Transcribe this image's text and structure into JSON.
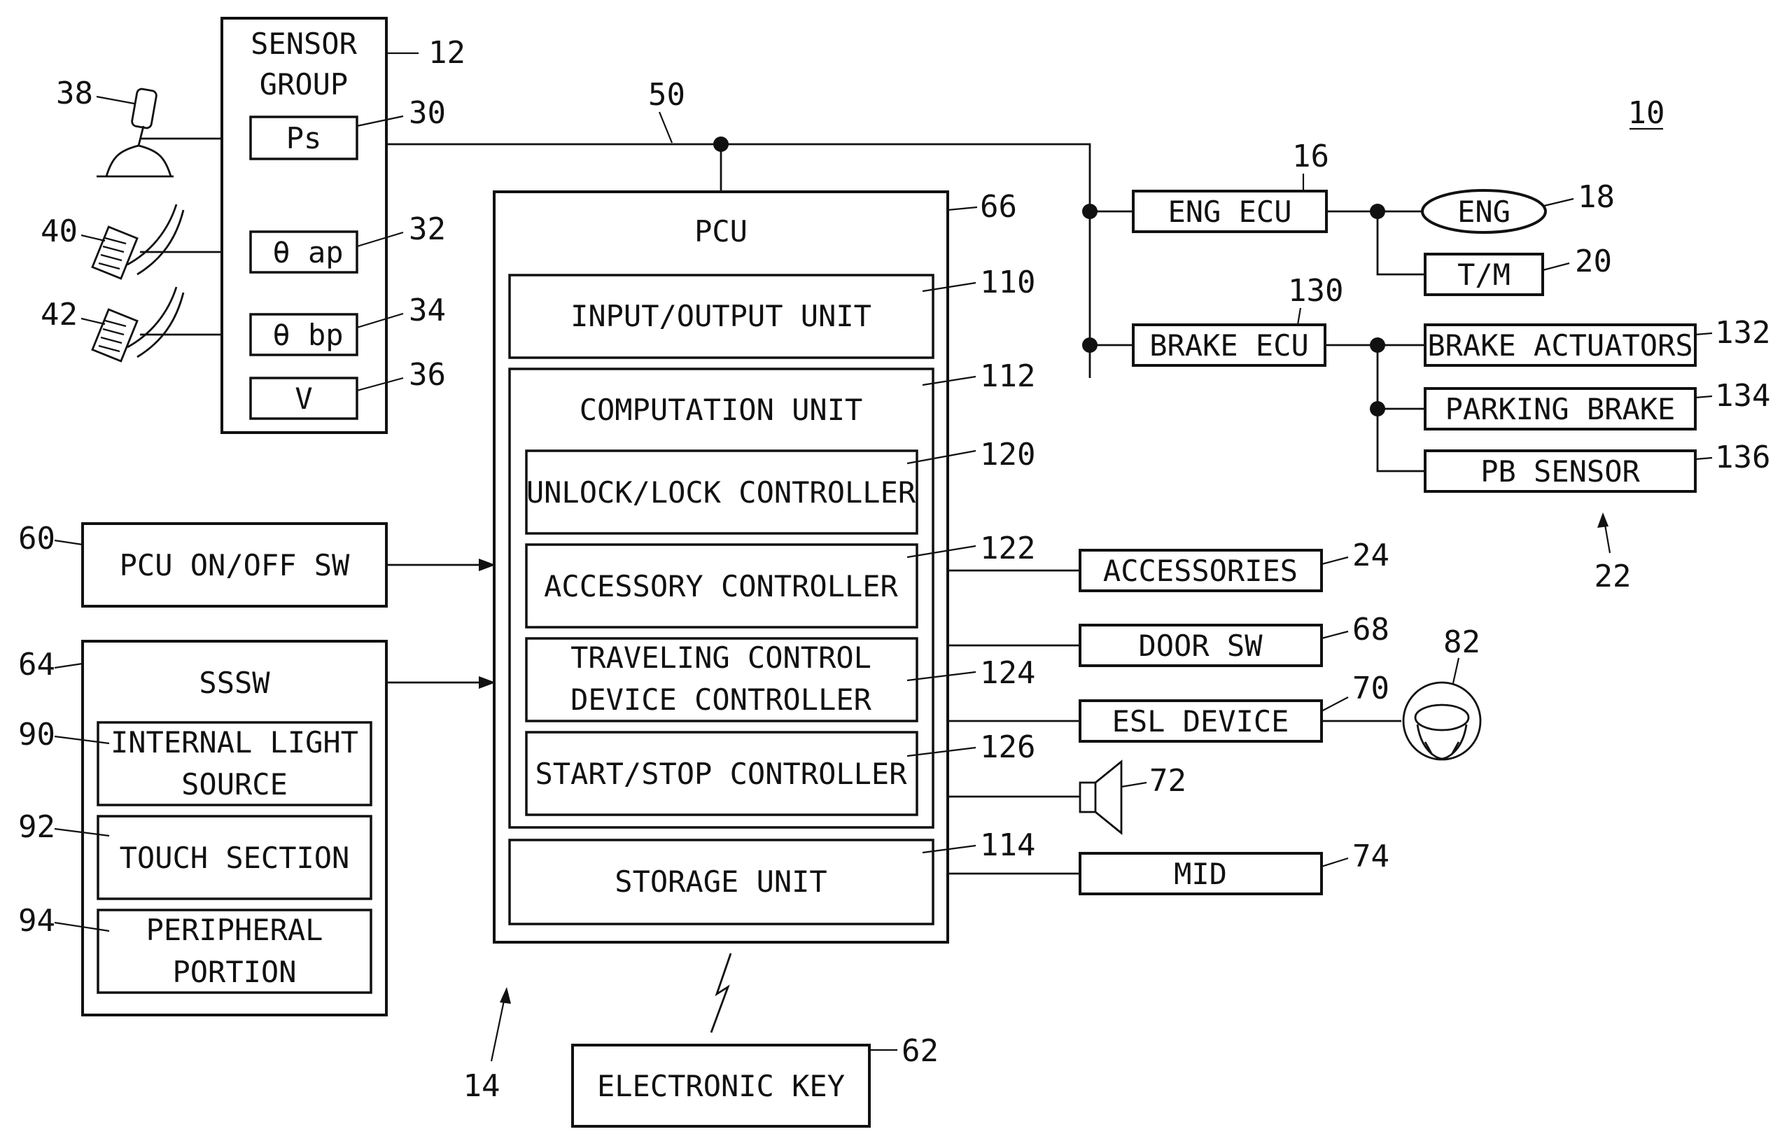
{
  "figure_number": "10",
  "refs": {
    "sensor_group": "12",
    "pcu_block": "14",
    "eng_ecu": "16",
    "eng": "18",
    "tm": "20",
    "brake_system": "22",
    "accessories": "24",
    "ps": "30",
    "theta_ap": "32",
    "theta_bp": "34",
    "v": "36",
    "shift_lever": "38",
    "accel_pedal": "40",
    "brake_pedal": "42",
    "bus": "50",
    "pcu_onoff": "60",
    "electronic_key": "62",
    "sssw": "64",
    "pcu": "66",
    "door_sw": "68",
    "esl_device": "70",
    "speaker": "72",
    "mid": "74",
    "steering_wheel": "82",
    "internal_light": "90",
    "touch_section": "92",
    "peripheral": "94",
    "io_unit": "110",
    "computation_unit": "112",
    "storage_unit": "114",
    "unlock_lock": "120",
    "accessory_ctrl": "122",
    "traveling_ctrl": "124",
    "start_stop": "126",
    "brake_ecu": "130",
    "brake_actuators": "132",
    "parking_brake": "134",
    "pb_sensor": "136"
  },
  "labels": {
    "sensor_group_line1": "SENSOR",
    "sensor_group_line2": "GROUP",
    "ps": "Ps",
    "theta_ap": "θ ap",
    "theta_bp": "θ bp",
    "v": "V",
    "pcu": "PCU",
    "io_unit": "INPUT/OUTPUT UNIT",
    "computation_unit": "COMPUTATION UNIT",
    "unlock_lock": "UNLOCK/LOCK CONTROLLER",
    "accessory_ctrl": "ACCESSORY CONTROLLER",
    "traveling_ctrl_line1": "TRAVELING CONTROL",
    "traveling_ctrl_line2": "DEVICE CONTROLLER",
    "start_stop": "START/STOP CONTROLLER",
    "storage_unit": "STORAGE UNIT",
    "pcu_onoff": "PCU ON/OFF SW",
    "sssw": "SSSW",
    "internal_light_line1": "INTERNAL LIGHT",
    "internal_light_line2": "SOURCE",
    "touch_section": "TOUCH SECTION",
    "peripheral_line1": "PERIPHERAL",
    "peripheral_line2": "PORTION",
    "electronic_key": "ELECTRONIC KEY",
    "eng_ecu": "ENG ECU",
    "eng": "ENG",
    "tm": "T/M",
    "brake_ecu": "BRAKE ECU",
    "brake_actuators": "BRAKE ACTUATORS",
    "parking_brake": "PARKING BRAKE",
    "pb_sensor": "PB SENSOR",
    "accessories": "ACCESSORIES",
    "door_sw": "DOOR SW",
    "esl_device": "ESL DEVICE",
    "mid": "MID"
  }
}
